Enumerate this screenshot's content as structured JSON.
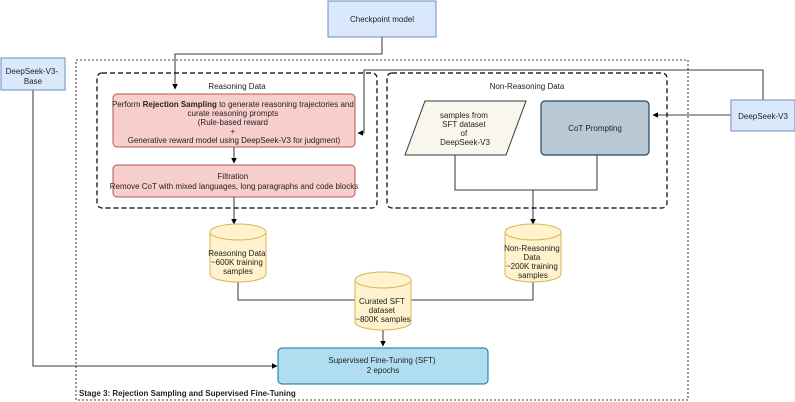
{
  "nodes": {
    "checkpoint_model": "Checkpoint model",
    "deepseek_v3_base": [
      "DeepSeek-V3-",
      "Base"
    ],
    "deepseek_v3": "DeepSeek-V3",
    "reasoning_group_title": "Reasoning Data",
    "non_reasoning_group_title": "Non-Reasoning Data",
    "rejection_sampling": {
      "line1_prefix": "Perform ",
      "line1_bold": "Rejection Sampling",
      "line1_suffix": " to generate reasoning trajectories and",
      "line2": "curate reasoning prompts",
      "line3": "(Rule-based reward",
      "line4": "+",
      "line5": "Generative reward model using DeepSeek-V3 for judgment)"
    },
    "filtration": {
      "title": "Filtration",
      "detail": "Remove CoT with mixed languages, long paragraphs and code blocks"
    },
    "sft_samples": [
      "samples from",
      "SFT dataset",
      "of",
      "DeepSeek-V3"
    ],
    "cot_prompting": "CoT Prompting",
    "reasoning_data_db": [
      "Reasoning Data",
      "~600K training",
      "samples"
    ],
    "non_reasoning_data_db": [
      "Non-Reasoning",
      "Data",
      "~200K training",
      "samples"
    ],
    "curated_sft_db": [
      "Curated SFT",
      "dataset",
      "~800K samples"
    ],
    "sft": [
      "Supervised Fine-Tuning (SFT)",
      "2 epochs"
    ],
    "stage_label": "Stage 3: Rejection Sampling and Supervised Fine-Tuning"
  },
  "colors": {
    "blue_fill": "#dae8fc",
    "blue_stroke": "#6c8ebf",
    "red_fill": "#f8cecc",
    "red_stroke": "#b85450",
    "yellow_fill": "#fff2cc",
    "yellow_stroke": "#d6b656",
    "gray_fill": "#bac8d3",
    "gray_stroke": "#23445d",
    "cream_fill": "#f9f7ed",
    "cyan_fill": "#b1ddf0",
    "cyan_stroke": "#10739e"
  }
}
